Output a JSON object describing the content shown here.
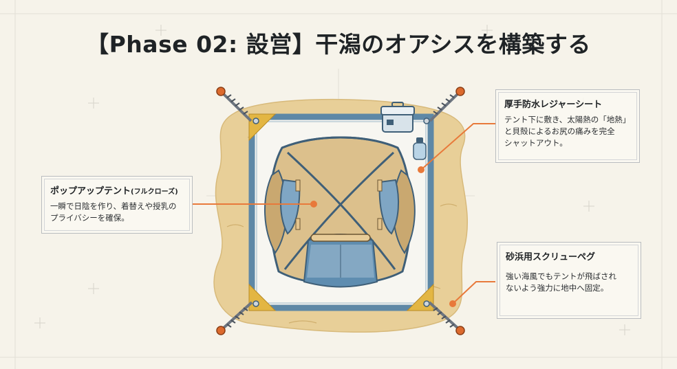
{
  "title": "【Phase 02: 設営】干潟のオアシスを構築する",
  "callouts": {
    "sheet": {
      "heading": "厚手防水レジャーシート",
      "line1": "テント下に敷き、太陽熱の「地熱」",
      "line2": "と貝殻によるお尻の痛みを完全",
      "line3": "シャットアウト。"
    },
    "tent": {
      "heading": "ポップアップテント",
      "heading_sub": "(フルクローズ)",
      "line1": "一瞬で日陰を作り、着替えや授乳の",
      "line2": "プライバシーを確保。"
    },
    "peg": {
      "heading": "砂浜用スクリューペグ",
      "line1": "強い海風でもテントが飛ばされ",
      "line2": "ないよう強力に地中へ固定。"
    }
  },
  "colors": {
    "background": "#f6f3ea",
    "sand": "#e8cf98",
    "sheet_border": "#5e88a6",
    "tent": "#dcc08c",
    "tent_frame": "#3f5f78",
    "accent_orange": "#e8793a",
    "peg_tip": "#dc6a2e"
  },
  "icons": [
    "cooler-icon",
    "water-bottle-icon",
    "screw-peg-icon",
    "tent-icon"
  ]
}
